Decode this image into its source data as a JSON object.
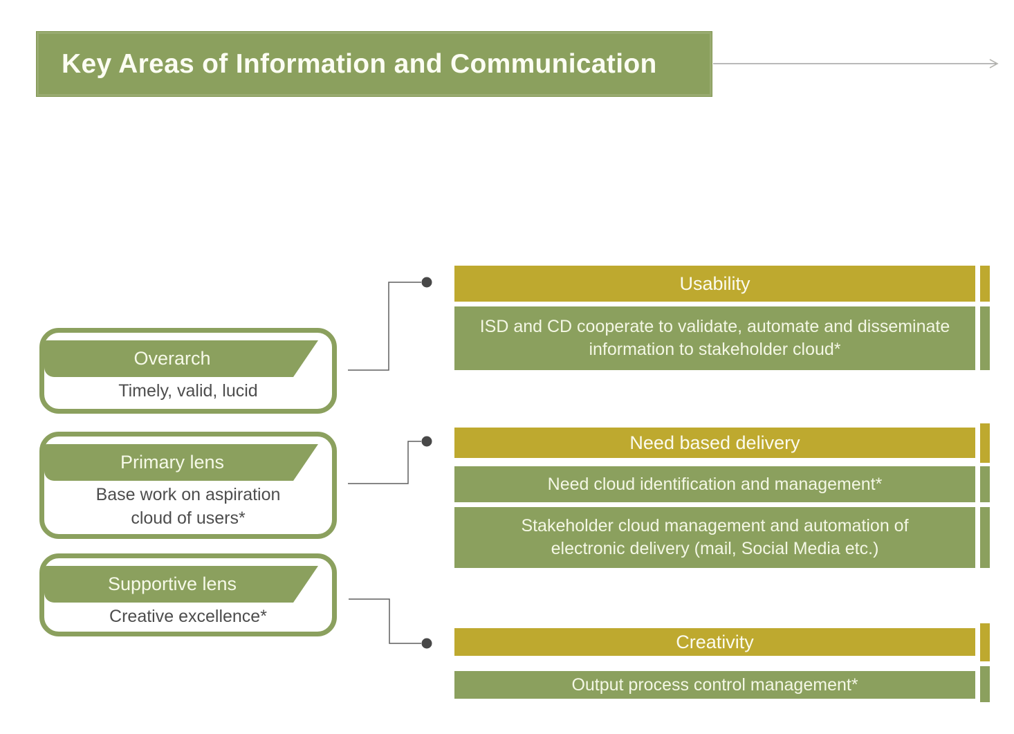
{
  "title": {
    "text": "Key Areas of Information and Communication"
  },
  "colors": {
    "green": "#8BA05E",
    "gold": "#BEA92F",
    "sub_text": "#4D4D4D",
    "bar_text": "#F5F8E6",
    "connector_line": "#5F5F5F",
    "connector_dot": "#484848"
  },
  "left_boxes": [
    {
      "label": "Overarch",
      "sub": "Timely, valid, lucid"
    },
    {
      "label": "Primary lens",
      "sub": "Base work on aspiration cloud of users*"
    },
    {
      "label": "Supportive lens",
      "sub": "Creative excellence*"
    }
  ],
  "right_groups": [
    {
      "header": "Usability",
      "items": [
        "ISD and CD cooperate to validate, automate and disseminate information to stakeholder cloud*"
      ]
    },
    {
      "header": "Need based delivery",
      "items": [
        "Need cloud identification and management*",
        "Stakeholder cloud management and automation of electronic delivery (mail, Social Media etc.)"
      ]
    },
    {
      "header": "Creativity",
      "items": [
        "Output process control management*"
      ]
    }
  ]
}
